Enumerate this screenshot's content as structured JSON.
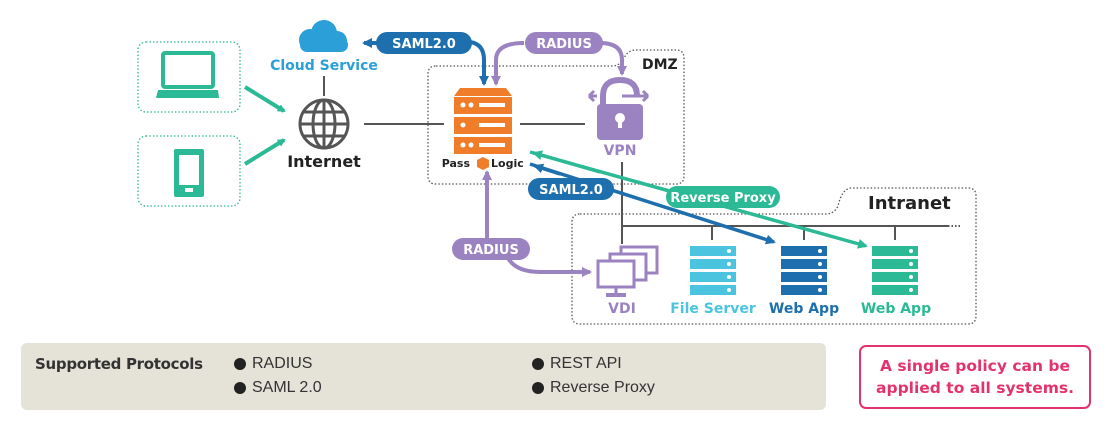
{
  "colors": {
    "teal": "#2bb996",
    "cloud_blue": "#2a9fd8",
    "saml_blue": "#1e6fae",
    "radius_purple": "#9b82c0",
    "passlogic_orange": "#f07d2a",
    "file_server_cyan": "#4bc4e0",
    "line_gray": "#555555",
    "note_pink": "#e3336c",
    "panel_bg": "#e5e2d8"
  },
  "nodes": {
    "cloud": {
      "label": "Cloud Service",
      "icon": "cloud-icon"
    },
    "internet": {
      "label": "Internet",
      "icon": "globe-icon"
    },
    "laptop": {
      "icon": "laptop-icon"
    },
    "smartphone": {
      "icon": "smartphone-icon"
    },
    "passlogic": {
      "label_left": "Pass",
      "label_right": "Logic",
      "icon": "server-stack-icon"
    },
    "vpn": {
      "label": "VPN",
      "icon": "lock-icon"
    },
    "vdi": {
      "label": "VDI",
      "icon": "monitors-icon"
    },
    "file_server": {
      "label": "File Server",
      "icon": "server-icon"
    },
    "web_app_saml": {
      "label": "Web App",
      "icon": "server-icon"
    },
    "web_app_proxy": {
      "label": "Web App",
      "icon": "server-icon"
    }
  },
  "zones": {
    "dmz": "DMZ",
    "intranet": "Intranet"
  },
  "connectors": {
    "saml_cloud": "SAML2.0",
    "radius_vpn": "RADIUS",
    "saml_webapp": "SAML2.0",
    "reverse_proxy": "Reverse Proxy",
    "radius_vdi": "RADIUS"
  },
  "protocols": {
    "title": "Supported Protocols",
    "items": [
      "RADIUS",
      "SAML 2.0",
      "REST API",
      "Reverse Proxy"
    ]
  },
  "note": {
    "line1": "A single policy can be",
    "line2": "applied to all systems."
  }
}
